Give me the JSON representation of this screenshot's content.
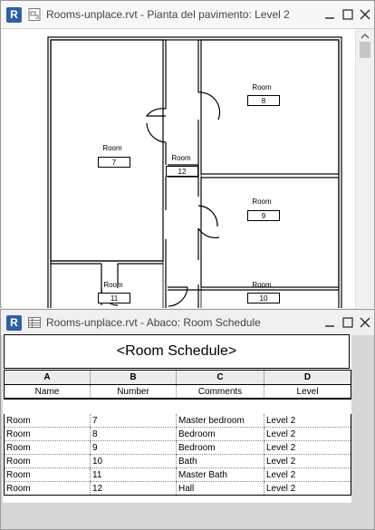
{
  "floorplan_window": {
    "title": "Rooms-unplace.rvt - Pianta del pavimento: Level 2",
    "app_logo": "R",
    "rooms": [
      {
        "label": "Room",
        "number": "7"
      },
      {
        "label": "Room",
        "number": "8"
      },
      {
        "label": "Room",
        "number": "9"
      },
      {
        "label": "Room",
        "number": "10"
      },
      {
        "label": "Room",
        "number": "11"
      },
      {
        "label": "Room",
        "number": "12"
      }
    ]
  },
  "schedule_window": {
    "title": "Rooms-unplace.rvt - Abaco: Room Schedule",
    "app_logo": "R",
    "schedule_title": "<Room Schedule>",
    "column_letters": [
      "A",
      "B",
      "C",
      "D"
    ],
    "column_headers": [
      "Name",
      "Number",
      "Comments",
      "Level"
    ],
    "rows": [
      [
        "Room",
        "7",
        "Master bedroom",
        "Level 2"
      ],
      [
        "Room",
        "8",
        "Bedroom",
        "Level 2"
      ],
      [
        "Room",
        "9",
        "Bedroom",
        "Level 2"
      ],
      [
        "Room",
        "10",
        "Bath",
        "Level 2"
      ],
      [
        "Room",
        "11",
        "Master Bath",
        "Level 2"
      ],
      [
        "Room",
        "12",
        "Hall",
        "Level 2"
      ]
    ]
  },
  "icons": {
    "app": "revit-logo-icon",
    "floorplan_view": "floor-plan-view-icon",
    "schedule_view": "schedule-view-icon",
    "minimize": "minimize-icon",
    "maximize": "maximize-icon",
    "close": "close-icon"
  },
  "colors": {
    "logo": "#2f5fa8"
  }
}
